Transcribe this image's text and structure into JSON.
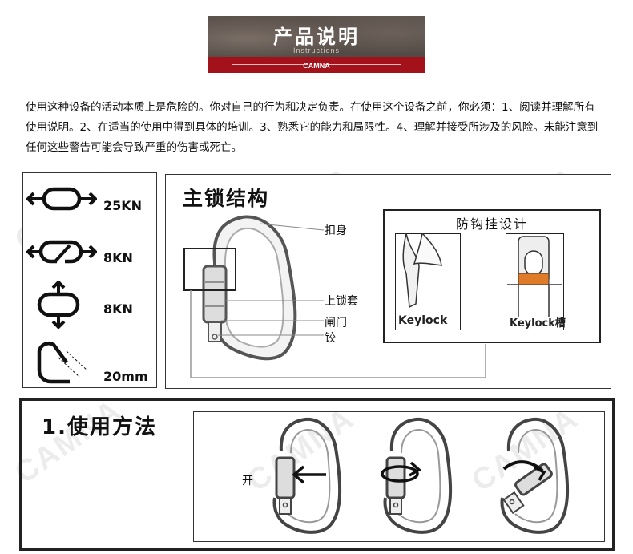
{
  "header": {
    "title": "产品说明",
    "subtitle": "Instructions",
    "brand": "CAMNA"
  },
  "intro": "使用这种设备的活动本质上是危险的。你对自己的行为和决定负责。在使用这个设备之前，你必须：1、阅读并理解所有使用说明。2、在适当的使用中得到具体的培训。3、熟悉它的能力和局限性。4、理解并接受所涉及的风险。未能注意到任何这些警告可能会导致严重的伤害或死亡。",
  "ratings": [
    {
      "icon": "major-axis-load-icon",
      "value": "25KN"
    },
    {
      "icon": "gate-open-load-icon",
      "value": "8KN"
    },
    {
      "icon": "minor-axis-load-icon",
      "value": "8KN"
    },
    {
      "icon": "gate-opening-icon",
      "value": "20mm"
    }
  ],
  "structure": {
    "title": "主锁结构",
    "labels": [
      "扣身",
      "上锁套",
      "闸门",
      "铰"
    ],
    "anti_snag": {
      "title": "防钩挂设计",
      "left_caption": "Keylock",
      "right_caption": "Keylock槽"
    }
  },
  "usage": {
    "title": "1.使用方法",
    "step_label": "开"
  },
  "colors": {
    "accent_red": "#a3121b",
    "orange": "#e07b2a"
  }
}
